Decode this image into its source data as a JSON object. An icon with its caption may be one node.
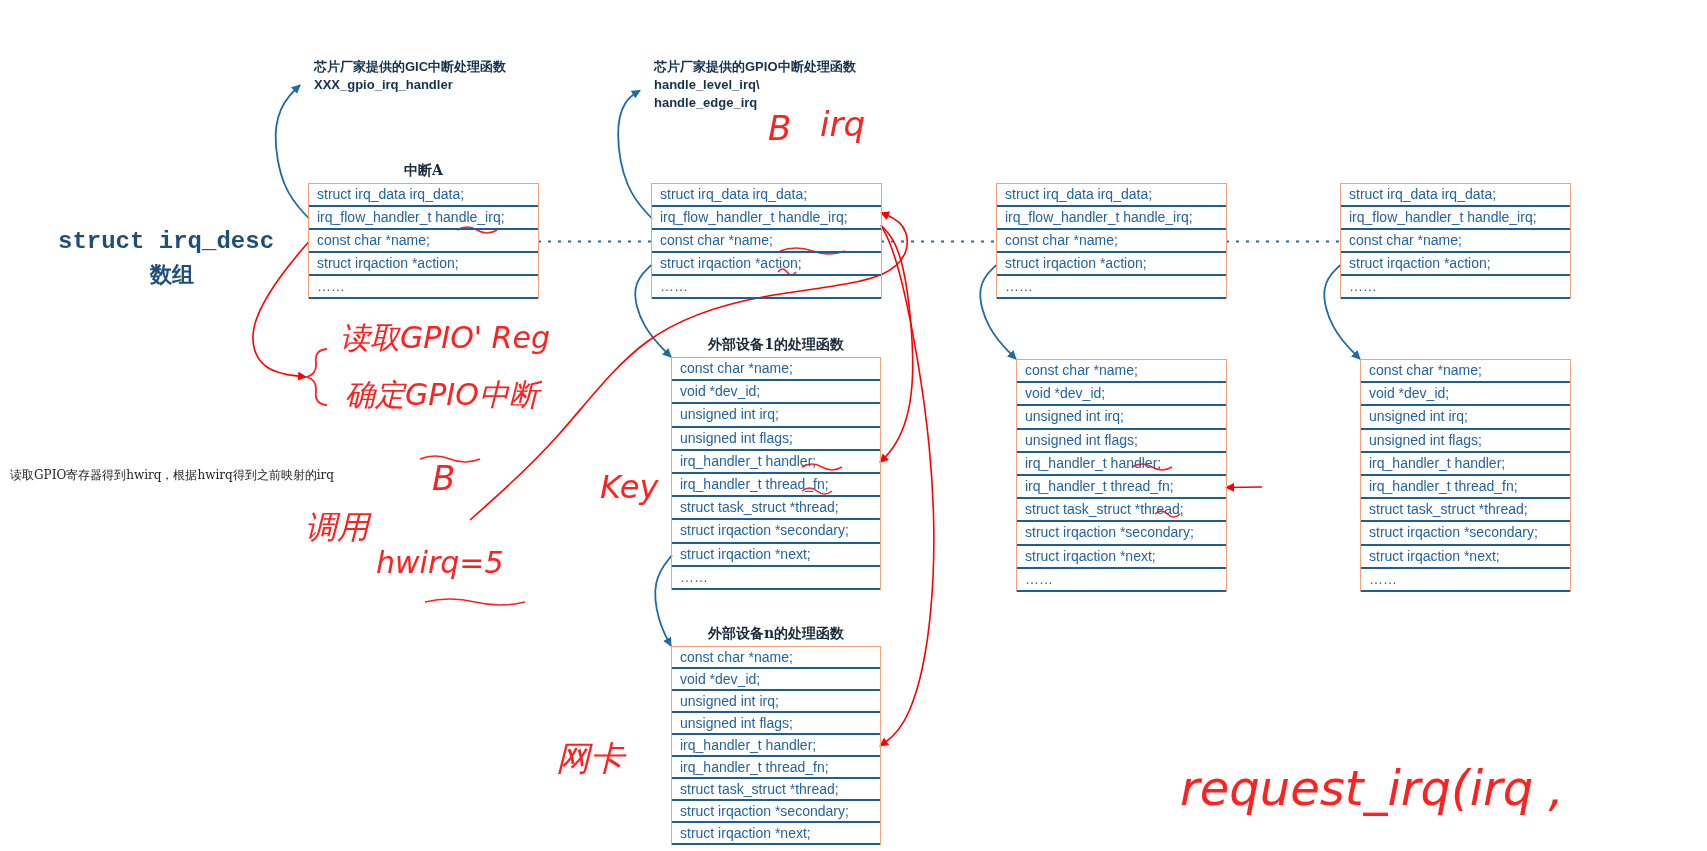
{
  "diagram": {
    "nodes": [
      {
        "text": [
          "芯片厂家提供的GIC中断处理函数",
          "XXX_gpio_irq_handler"
        ]
      },
      {
        "text": [
          "芯片厂家提供的GPIO中断处理函数",
          "handle_level_irq\\",
          "handle_edge_irq"
        ]
      },
      {
        "text": [
          "中断A"
        ]
      },
      {
        "text": [
          "struct irq_data irq_data;"
        ],
        "in": 2
      },
      {
        "text": [
          "irq_flow_handler_t handle_irq;"
        ],
        "in": 2
      },
      {
        "text": [
          "const char *name;"
        ],
        "in": 2
      },
      {
        "text": [
          "struct irqaction *action;"
        ],
        "in": 2
      },
      {
        "text": [
          "……"
        ],
        "in": 2
      },
      {
        "text": [],
        "shape": "box"
      },
      {
        "text": [
          "struct irq_data irq_data;"
        ],
        "in": 8
      },
      {
        "text": [
          "irq_flow_handler_t handle_irq;"
        ],
        "in": 8
      },
      {
        "text": [
          "const char *name;"
        ],
        "in": 8
      },
      {
        "text": [
          "struct irqaction *action;"
        ],
        "in": 8
      },
      {
        "text": [
          "……"
        ],
        "in": 8
      },
      {
        "text": [],
        "shape": "box"
      },
      {
        "text": [
          "struct irq_data irq_data;"
        ],
        "in": 14
      },
      {
        "text": [
          "irq_flow_handler_t handle_irq;"
        ],
        "in": 14
      },
      {
        "text": [
          "const char *name;"
        ],
        "in": 14
      },
      {
        "text": [
          "struct irqaction *action;"
        ],
        "in": 14
      },
      {
        "text": [
          "……"
        ],
        "in": 14
      },
      {
        "text": [],
        "shape": "box"
      },
      {
        "text": [
          "struct irq_data irq_data;"
        ],
        "in": 20
      },
      {
        "text": [
          "irq_flow_handler_t handle_irq;"
        ],
        "in": 20
      },
      {
        "text": [
          "const char *name;"
        ],
        "in": 20
      },
      {
        "text": [
          "struct irqaction *action;"
        ],
        "in": 20
      },
      {
        "text": [
          "……"
        ],
        "in": 20
      },
      {
        "text": [
          "外部设备1的处理函数"
        ]
      },
      {
        "text": [
          "const char *name;"
        ],
        "in": 26
      },
      {
        "text": [
          "void *dev_id;"
        ],
        "in": 26
      },
      {
        "text": [
          "unsigned int irq;"
        ],
        "in": 26
      },
      {
        "text": [
          "unsigned int flags;"
        ],
        "in": 26
      },
      {
        "text": [
          "irq_handler_t handler;"
        ],
        "in": 26
      },
      {
        "text": [
          "irq_handler_t thread_fn;"
        ],
        "in": 26
      },
      {
        "text": [
          "struct task_struct *thread;"
        ],
        "in": 26
      },
      {
        "text": [
          "struct irqaction *secondary;"
        ],
        "in": 26
      },
      {
        "text": [
          "struct irqaction *next;"
        ],
        "in": 26
      },
      {
        "text": [
          "……"
        ],
        "in": 26
      },
      {
        "text": [],
        "shape": "box"
      },
      {
        "text": [
          "const char *name;"
        ],
        "in": 37
      },
      {
        "text": [
          "void *dev_id;"
        ],
        "in": 37
      },
      {
        "text": [
          "unsigned int irq;"
        ],
        "in": 37
      },
      {
        "text": [
          "unsigned int flags;"
        ],
        "in": 37
      },
      {
        "text": [
          "irq_handler_t handler;"
        ],
        "in": 37
      },
      {
        "text": [
          "irq_handler_t thread_fn;"
        ],
        "in": 37
      },
      {
        "text": [
          "struct task_struct *thread;"
        ],
        "in": 37
      },
      {
        "text": [
          "struct irqaction *secondary;"
        ],
        "in": 37
      },
      {
        "text": [
          "struct irqaction *next;"
        ],
        "in": 37
      },
      {
        "text": [
          "……"
        ],
        "in": 37
      },
      {
        "text": [],
        "shape": "box"
      },
      {
        "text": [
          "const char *name;"
        ],
        "in": 48
      },
      {
        "text": [
          "void *dev_id;"
        ],
        "in": 48
      },
      {
        "text": [
          "unsigned int irq;"
        ],
        "in": 48
      },
      {
        "text": [
          "unsigned int flags;"
        ],
        "in": 48
      },
      {
        "text": [
          "irq_handler_t handler;"
        ],
        "in": 48
      },
      {
        "text": [
          "irq_handler_t thread_fn;"
        ],
        "in": 48
      },
      {
        "text": [
          "struct task_struct *thread;"
        ],
        "in": 48
      },
      {
        "text": [
          "struct irqaction *secondary;"
        ],
        "in": 48
      },
      {
        "text": [
          "struct irqaction *next;"
        ],
        "in": 48
      },
      {
        "text": [
          "……"
        ],
        "in": 48
      },
      {
        "text": [
          "外部设备n的处理函数"
        ]
      },
      {
        "text": [
          "const char *name;"
        ],
        "in": 59
      },
      {
        "text": [
          "void *dev_id;"
        ],
        "in": 59
      },
      {
        "text": [
          "unsigned int irq;"
        ],
        "in": 59
      },
      {
        "text": [
          "unsigned int flags;"
        ],
        "in": 59
      },
      {
        "text": [
          "irq_handler_t handler;"
        ],
        "in": 59
      },
      {
        "text": [
          "irq_handler_t thread_fn;"
        ],
        "in": 59
      },
      {
        "text": [
          "struct task_struct *thread;"
        ],
        "in": 59
      },
      {
        "text": [
          "struct irqaction *secondary;"
        ],
        "in": 59
      },
      {
        "text": [
          "struct irqaction *next;"
        ],
        "in": 59
      },
      {
        "text": [],
        "shape": "brace"
      }
    ],
    "edges": [
      {
        "from": 4,
        "to": 0,
        "arrow": "to"
      },
      {
        "from": 10,
        "to": 1,
        "arrow": "to"
      },
      {
        "from": 12,
        "to": 26,
        "arrow": "to"
      },
      {
        "from": 18,
        "to": 37,
        "arrow": "to"
      },
      {
        "from": 24,
        "to": 48,
        "arrow": "to"
      },
      {
        "from": 35,
        "to": 59,
        "arrow": "to"
      },
      {
        "from": 5,
        "to": 11,
        "arrow": "none",
        "style": "dashed"
      },
      {
        "from": 11,
        "to": 17,
        "arrow": "none",
        "style": "dashed"
      },
      {
        "from": 17,
        "to": 23,
        "arrow": "none",
        "style": "dashed"
      },
      {
        "from": 10,
        "to": 31,
        "arrow": "to",
        "color": "#ff0000"
      },
      {
        "from": 10,
        "to": 64,
        "arrow": "to",
        "color": "#ff0000"
      },
      {
        "from": null,
        "to": 10,
        "arrow": "to",
        "color": "#ff0000"
      },
      {
        "from": 5,
        "to": 69,
        "arrow": "to",
        "color": "#ff0000"
      },
      {
        "from": null,
        "to": 43,
        "arrow": "to",
        "color": "#ff0000"
      }
    ],
    "labels": [
      "B",
      "irq",
      "struct irq_desc",
      "数组",
      "读取GPIO' Reg",
      "确定GPIO中断",
      "读取GPIO寄存器得到hwirq，根据hwirq得到之前映射的irq",
      "B",
      "Key",
      "调用",
      "hwirq=5",
      "网卡",
      "request_irq(irq ,"
    ]
  }
}
